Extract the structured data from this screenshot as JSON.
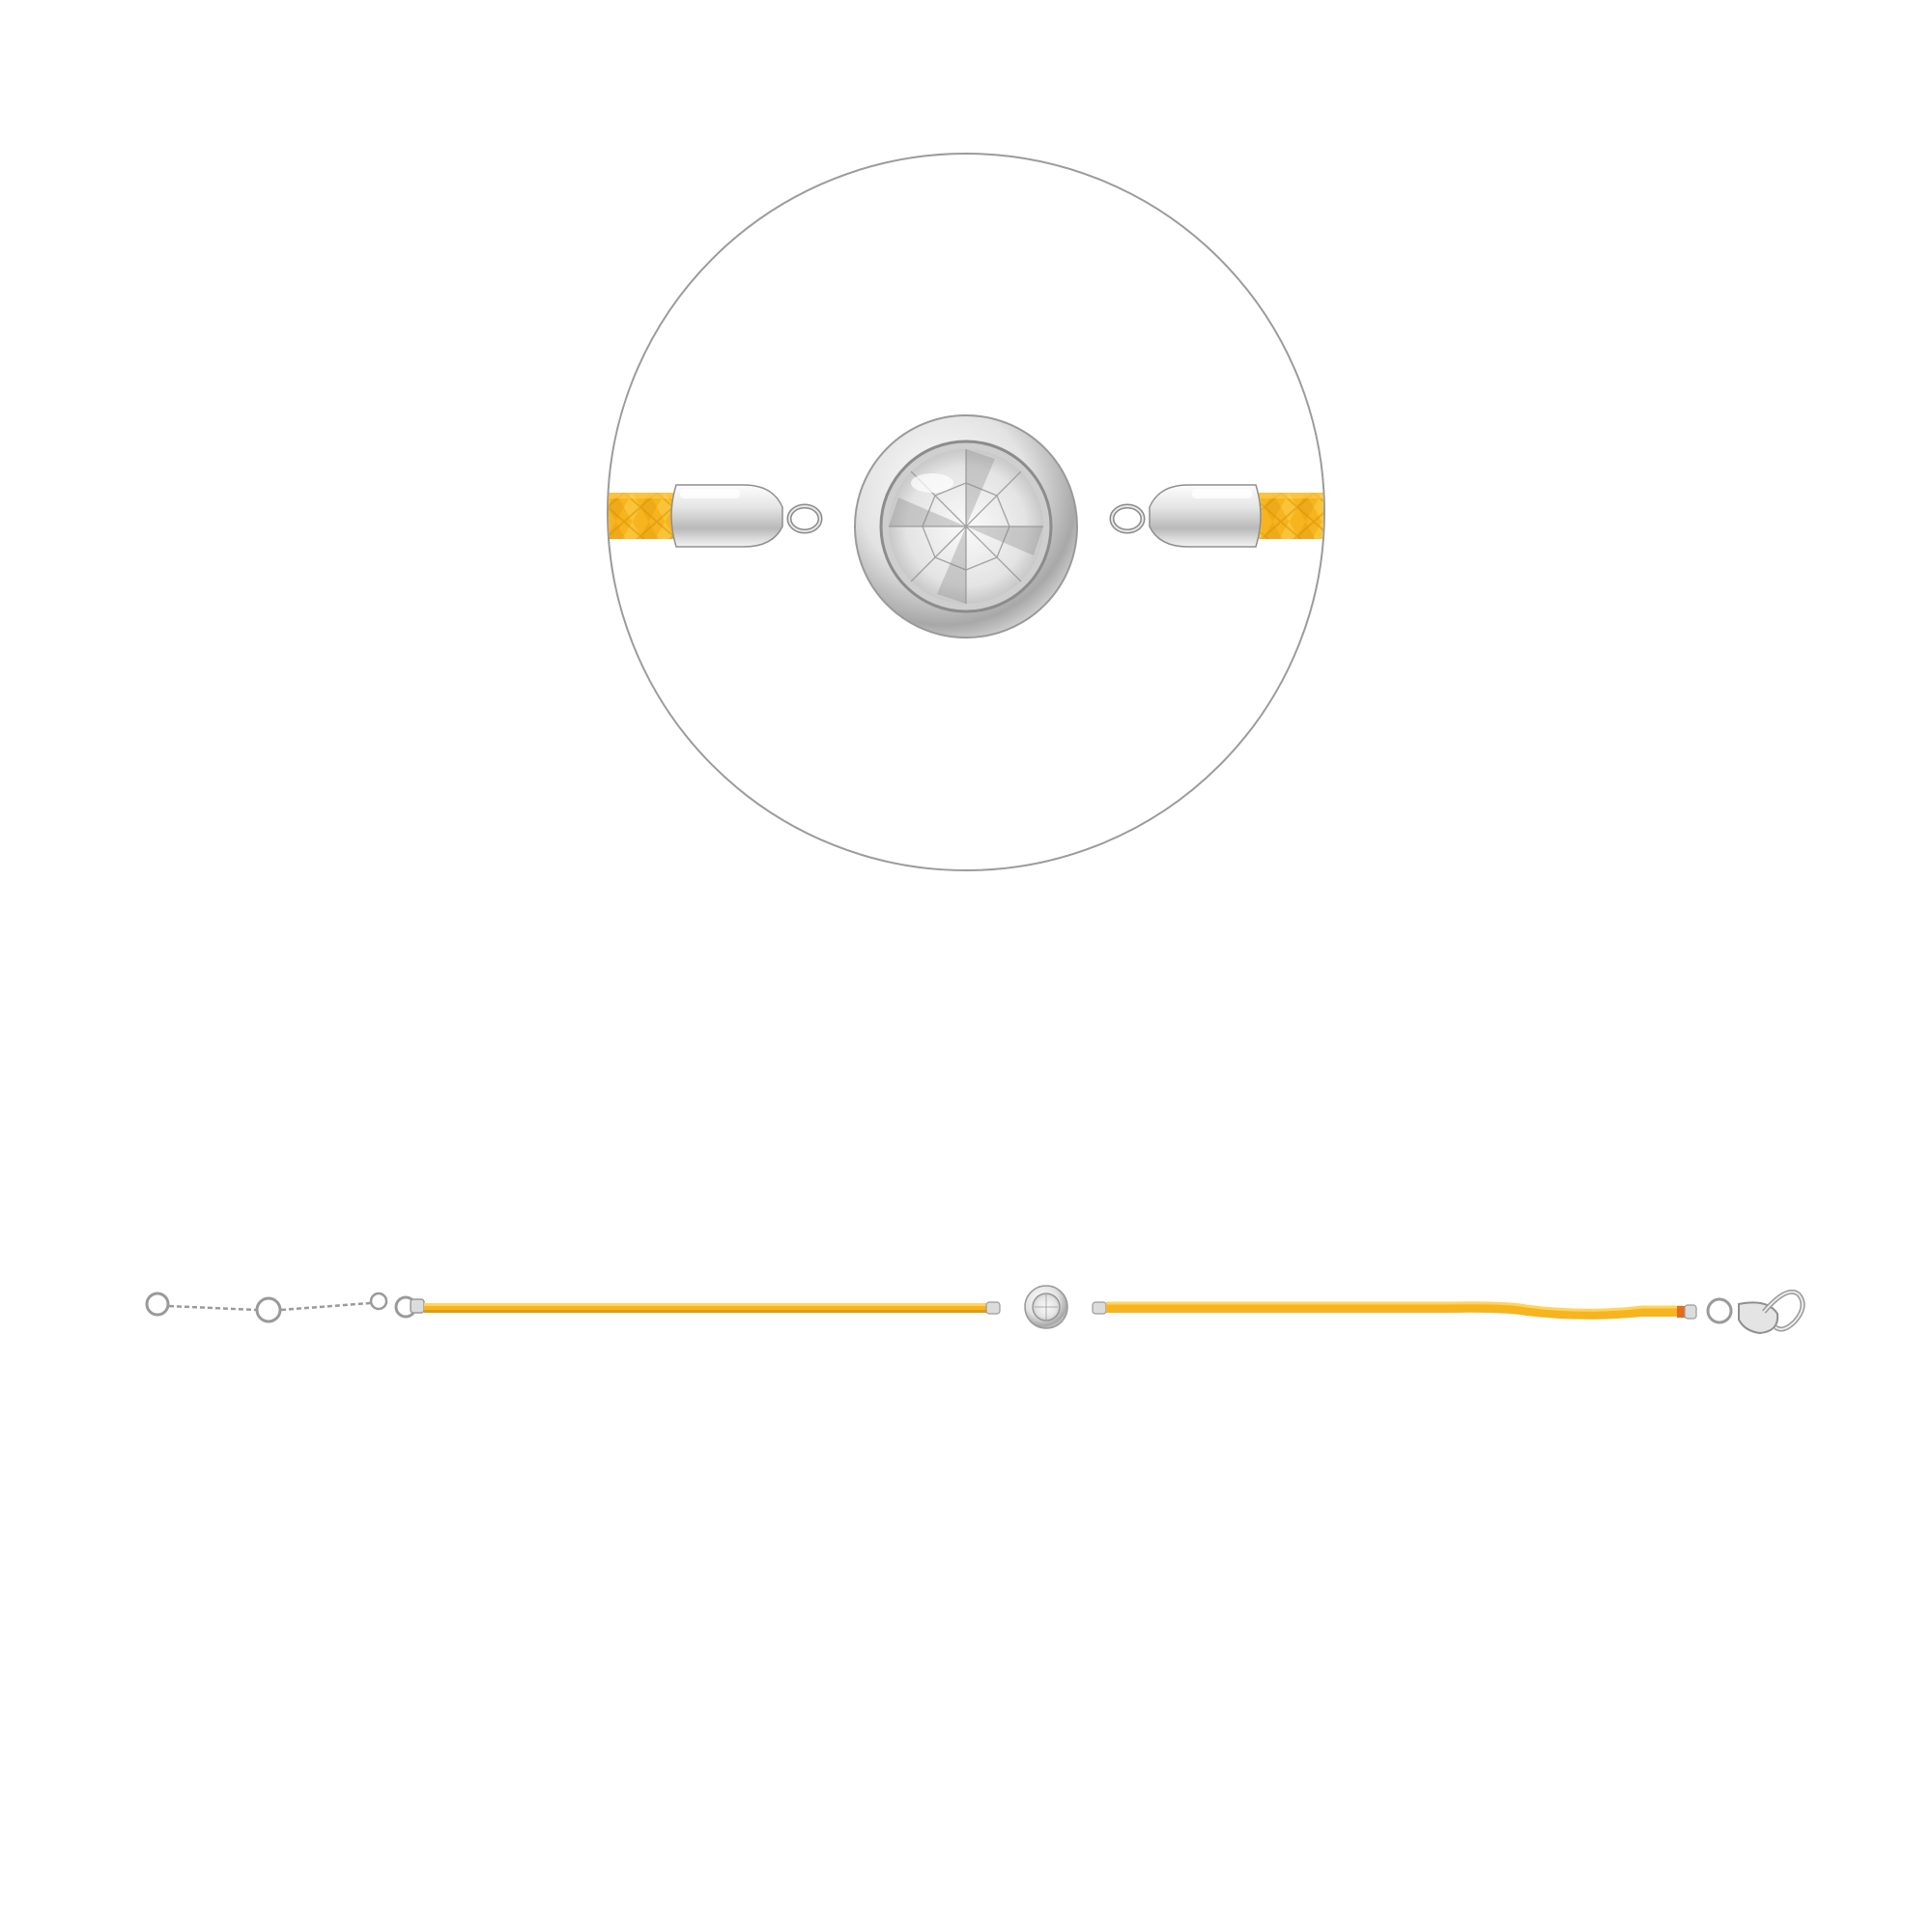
{
  "product": {
    "cord_color": "#f6b51e",
    "cord_shadow": "#e29a12",
    "cord_highlight": "#ffd35e",
    "metal_color": "#d9d9d9",
    "metal_shadow": "#9a9a9a",
    "stone_color": "#f2f2f2",
    "zoom_circle_border": "#9b9b9b",
    "icons": [
      "zoom-detail-circle",
      "bezel-stone-charm",
      "lobster-clasp",
      "extender-chain"
    ]
  }
}
